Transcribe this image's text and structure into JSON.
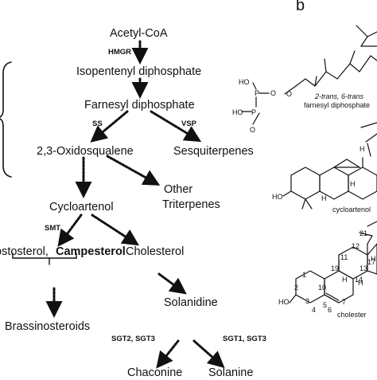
{
  "panel_label": "b",
  "pathway": {
    "acetylcoa": "Acetyl-CoA",
    "hmgr": "HMGR",
    "ipp": "Isopentenyl diphosphate",
    "fpp": "Farnesyl diphosphate",
    "ss": "SS",
    "vsp": "VSP",
    "oxidosqualene": "2,3-Oxidosqualene",
    "sesquiterpenes": "Sesquiterpenes",
    "other_triterpenes_1": "Other",
    "other_triterpenes_2": "Triterpenes",
    "cycloartenol": "Cycloartenol",
    "smt": "SMT",
    "sitosterol": "ostosterol,",
    "campesterol": "Campesterol",
    "cholesterol": "Cholesterol",
    "brassinosteroids": "Brassinosteroids",
    "solanidine": "Solanidine",
    "sgt23": "SGT2, SGT3",
    "sgt13": "SGT1, SGT3",
    "chaconine": "Chaconine",
    "solanine": "Solanine"
  },
  "structures": {
    "fpp_label_italic": "2-trans, 6-trans",
    "fpp_label_name": "farnesyl diphosphate",
    "cycloartenol_label": "cycloartenol",
    "cholesterol_label": "cholester",
    "atoms": {
      "ho": "HO",
      "o": "O",
      "p": "P",
      "h": "H"
    },
    "numbers": [
      "1",
      "2",
      "3",
      "4",
      "5",
      "6",
      "7",
      "10",
      "11",
      "12",
      "13",
      "14",
      "17",
      "19",
      "21"
    ]
  }
}
